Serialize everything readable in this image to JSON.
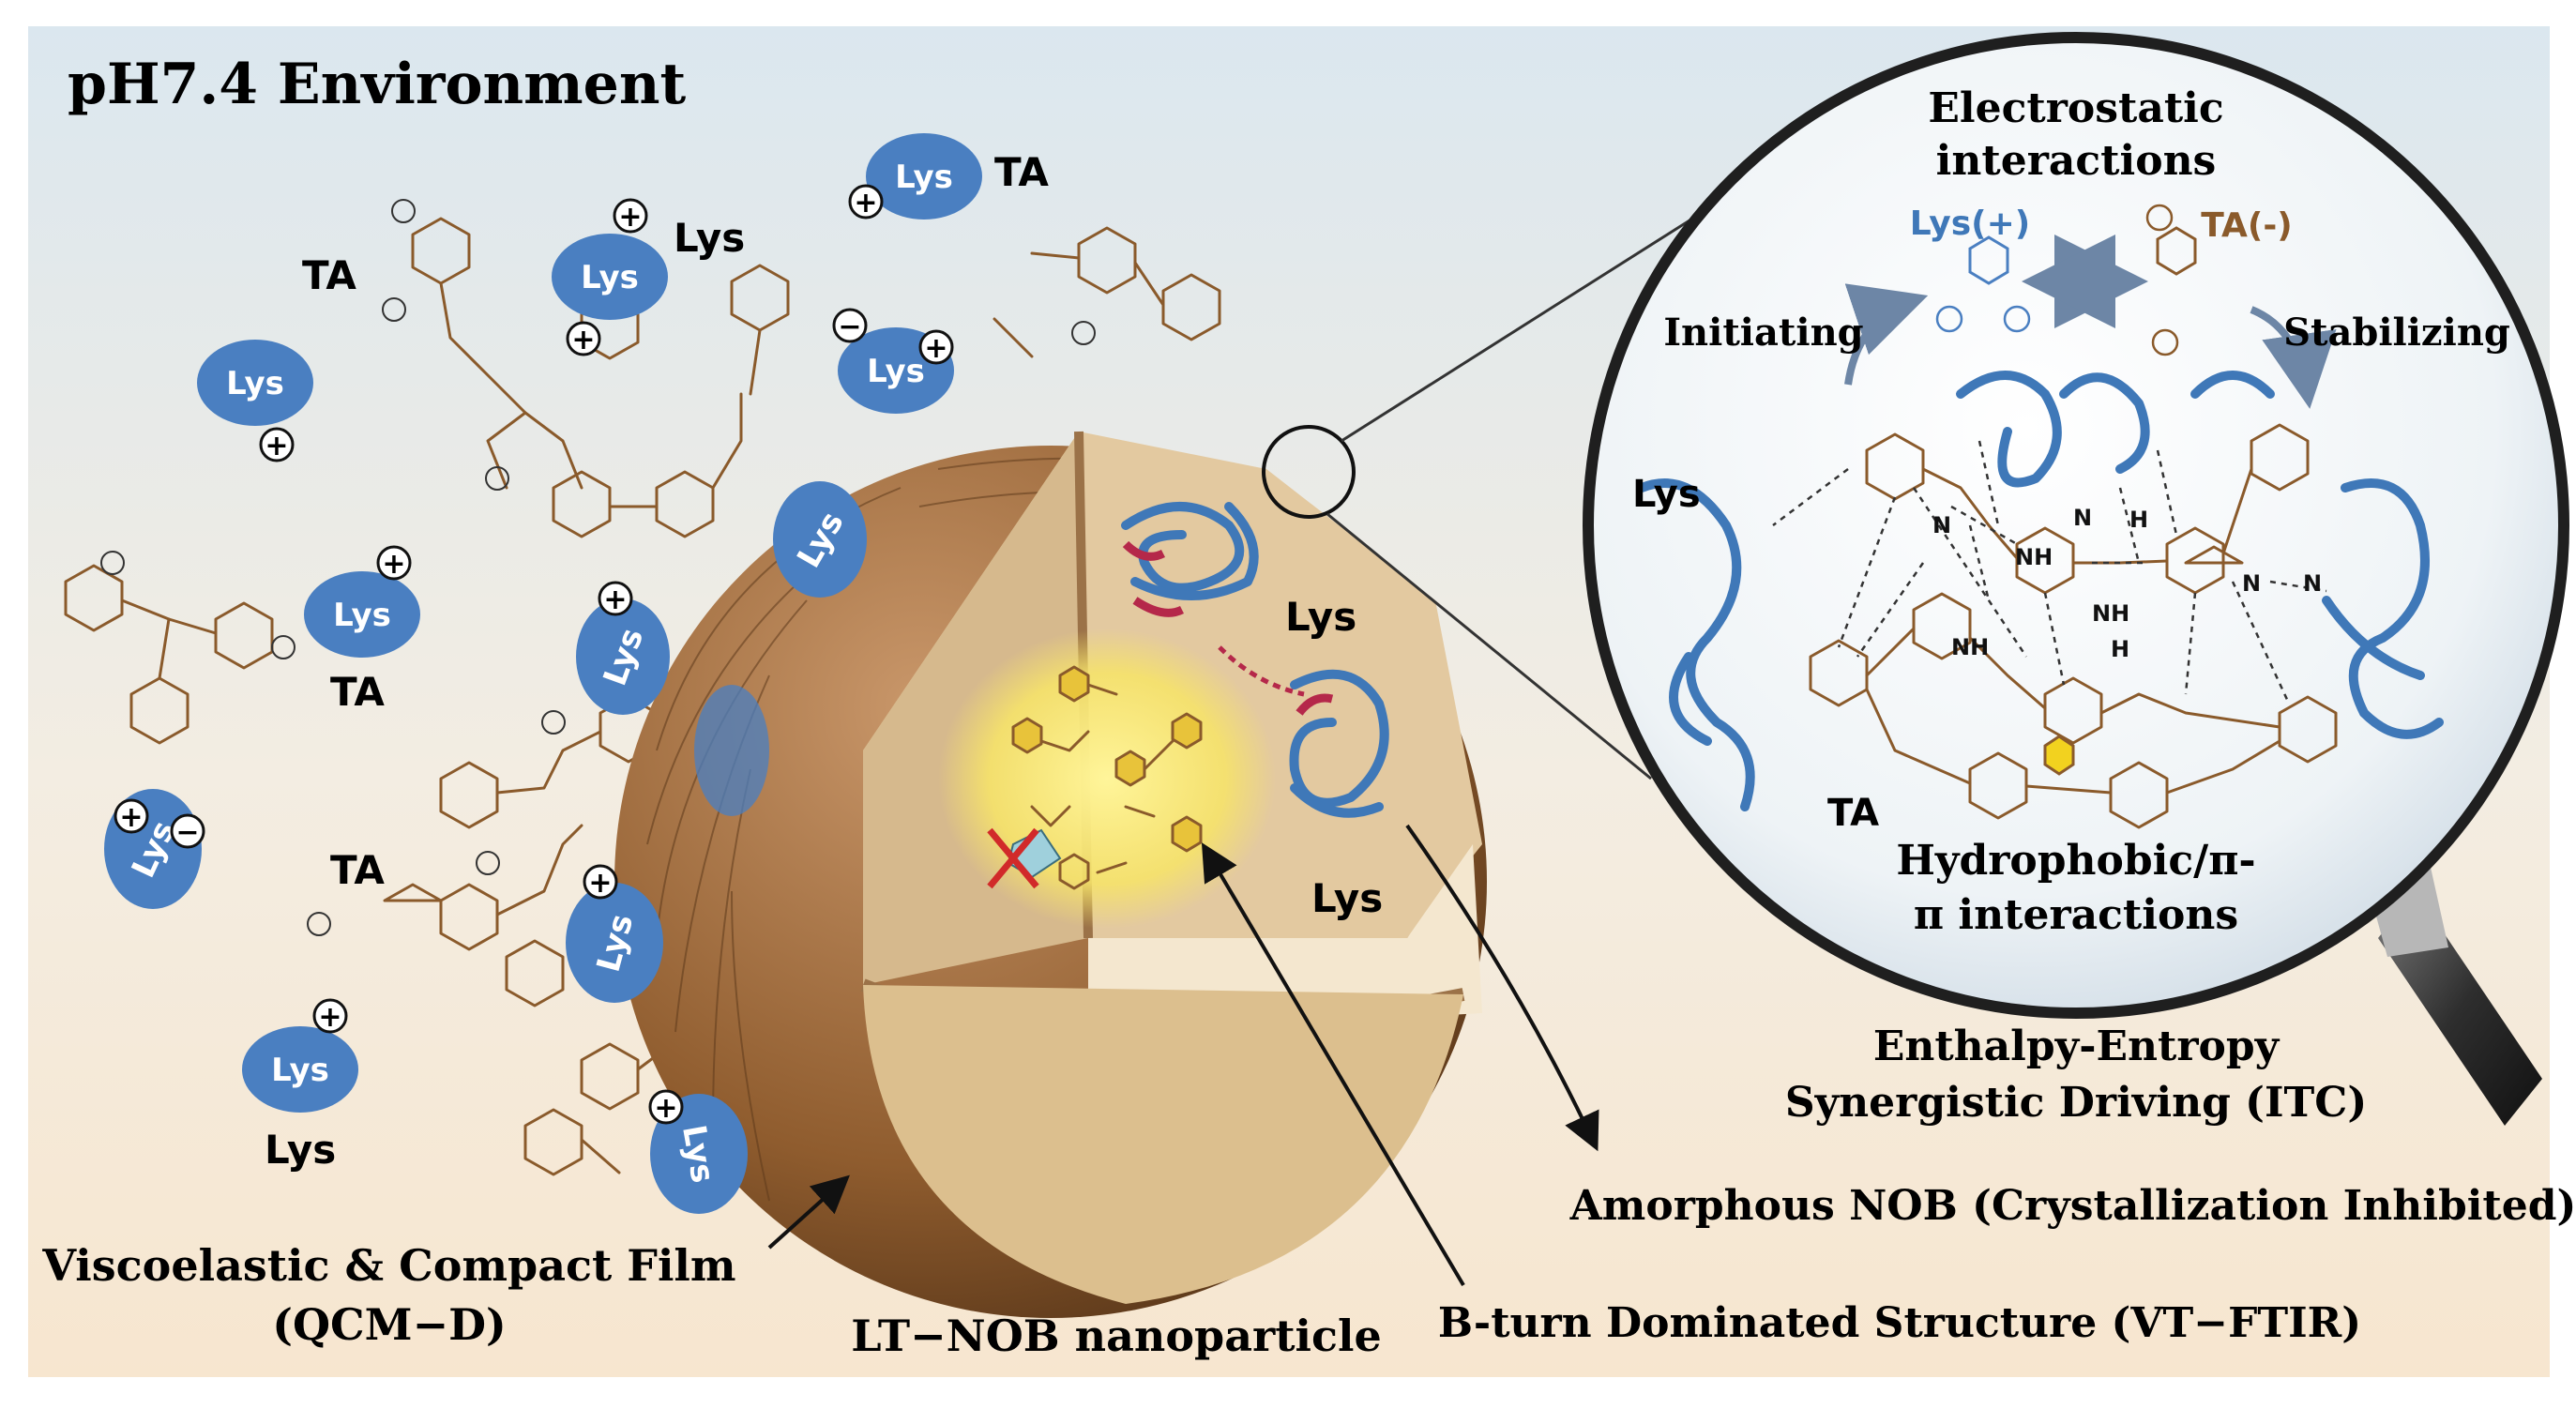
{
  "labels": {
    "environment": "pH7.4 Environment",
    "electrostatic_line1": "Electrostatic",
    "electrostatic_line2": "interactions",
    "lys_plus": "Lys(+)",
    "ta_minus": "TA(-)",
    "initiating": "Initiating",
    "stabilizing": "Stabilizing",
    "lys": "Lys",
    "ta": "TA",
    "hydrophobic_line1": "Hydrophobic/π-",
    "hydrophobic_line2": "π interactions",
    "enthalpy_line1": "Enthalpy-Entropy",
    "enthalpy_line2": "Synergistic Driving (ITC)",
    "amorphous": "Amorphous NOB (Crystallization Inhibited)",
    "beta_turn": "B-turn Dominated Structure (VT−FTIR)",
    "nanoparticle": "LT−NOB nanoparticle",
    "film_line1": "Viscoelastic & Compact Film",
    "film_line2": "(QCM−D)",
    "plus": "+",
    "minus": "−",
    "nh": "NH",
    "n": "N",
    "h": "H"
  },
  "colors": {
    "lys_blue": "#4a7fc1",
    "ta_brown": "#8a5a2b",
    "sphere_tan": "#d7b98a",
    "core_yellow": "#f6e36a",
    "helix_red": "#b5284a"
  }
}
